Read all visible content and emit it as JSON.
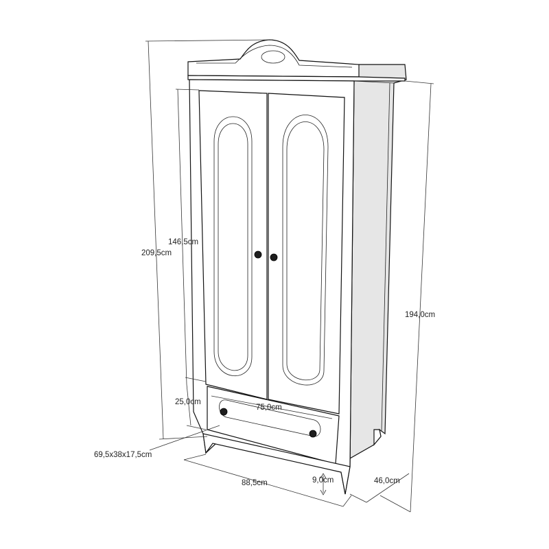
{
  "dimensions": {
    "total_height": "209,5cm",
    "body_height": "194,0cm",
    "door_height": "146,5cm",
    "drawer_height": "25,0cm",
    "drawer_width": "75,0cm",
    "width": "88,5cm",
    "depth": "46,0cm",
    "leg_height": "9,0cm",
    "drawer_box": "69,5x38x17,5cm"
  }
}
